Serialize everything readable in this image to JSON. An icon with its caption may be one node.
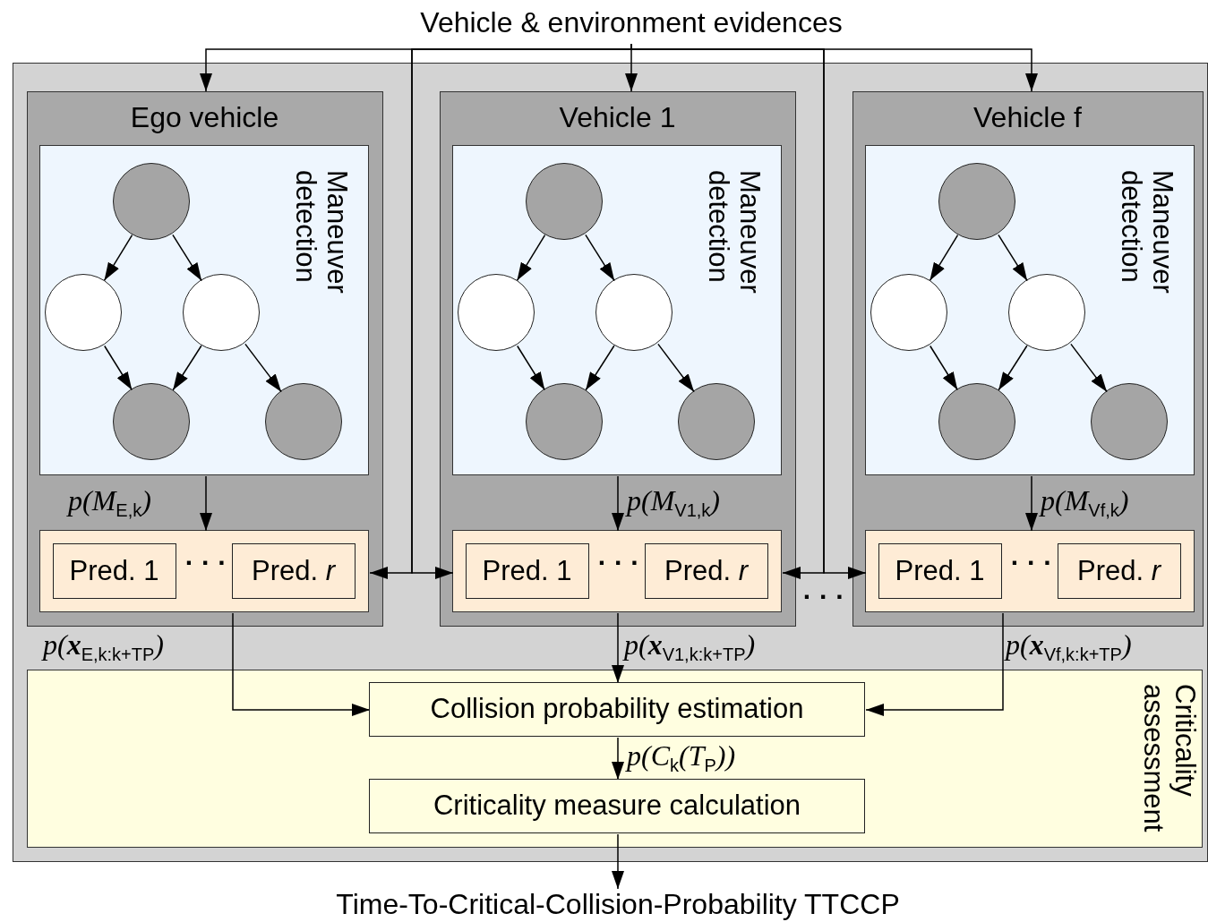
{
  "diagram": {
    "nodes": [
      {
        "text": [
          "Vehicle & environment evidences"
        ]
      },
      {
        "text": [],
        "shape": "box"
      },
      {
        "text": [
          "Ego vehicle"
        ],
        "in": 1
      },
      {
        "text": [
          "Maneuver detection"
        ],
        "in": 2
      },
      {
        "text": [],
        "shape": "circle",
        "in": 3
      },
      {
        "text": [],
        "shape": "circle",
        "in": 3
      },
      {
        "text": [],
        "shape": "circle",
        "in": 3
      },
      {
        "text": [],
        "shape": "circle",
        "in": 3
      },
      {
        "text": [],
        "shape": "circle",
        "in": 3
      },
      {
        "text": [],
        "shape": "box",
        "in": 2
      },
      {
        "text": [
          "Pred. 1"
        ],
        "in": 9
      },
      {
        "text": [
          "Pred. *r*"
        ],
        "in": 9
      },
      {
        "text": [
          "Vehicle 1"
        ],
        "in": 1
      },
      {
        "text": [
          "Maneuver detection"
        ],
        "in": 12
      },
      {
        "text": [],
        "shape": "circle",
        "in": 13
      },
      {
        "text": [],
        "shape": "circle",
        "in": 13
      },
      {
        "text": [],
        "shape": "circle",
        "in": 13
      },
      {
        "text": [],
        "shape": "circle",
        "in": 13
      },
      {
        "text": [],
        "shape": "circle",
        "in": 13
      },
      {
        "text": [],
        "shape": "box",
        "in": 12
      },
      {
        "text": [
          "Pred. 1"
        ],
        "in": 19
      },
      {
        "text": [
          "Pred. *r*"
        ],
        "in": 19
      },
      {
        "text": [
          "Vehicle f"
        ],
        "in": 1
      },
      {
        "text": [
          "Maneuver detection"
        ],
        "in": 22
      },
      {
        "text": [],
        "shape": "circle",
        "in": 23
      },
      {
        "text": [],
        "shape": "circle",
        "in": 23
      },
      {
        "text": [],
        "shape": "circle",
        "in": 23
      },
      {
        "text": [],
        "shape": "circle",
        "in": 23
      },
      {
        "text": [],
        "shape": "circle",
        "in": 23
      },
      {
        "text": [],
        "shape": "box",
        "in": 22
      },
      {
        "text": [
          "Pred. 1"
        ],
        "in": 29
      },
      {
        "text": [
          "Pred. *r*"
        ],
        "in": 29
      },
      {
        "text": [
          "Criticality assessment"
        ],
        "in": 1
      },
      {
        "text": [
          "Collision probability estimation"
        ],
        "in": 32
      },
      {
        "text": [
          "Criticality measure calculation"
        ],
        "in": 32
      },
      {
        "text": [
          "Time-To-Critical-Collision-Probability TTCCP"
        ]
      }
    ],
    "edges": [
      {
        "from": 0,
        "to": 2,
        "arrow": "to"
      },
      {
        "from": 0,
        "to": 12,
        "arrow": "to"
      },
      {
        "from": 0,
        "to": 22,
        "arrow": "to"
      },
      {
        "from": 0,
        "to": 9,
        "arrow": "to"
      },
      {
        "from": 0,
        "to": 19,
        "arrow": "to"
      },
      {
        "from": 0,
        "to": 19,
        "arrow": "to"
      },
      {
        "from": 0,
        "to": 29,
        "arrow": "to"
      },
      {
        "from": 3,
        "to": 9,
        "arrow": "to",
        "label": "p(M$_{E,k}$)"
      },
      {
        "from": 13,
        "to": 19,
        "arrow": "to",
        "label": "p(M$_{V1,k}$)"
      },
      {
        "from": 23,
        "to": 29,
        "arrow": "to",
        "label": "p(M$_{Vf,k}$)"
      },
      {
        "from": 9,
        "to": 33,
        "arrow": "to",
        "label": "p(**x**$_{E,k:k+T}$$_{P}$)"
      },
      {
        "from": 19,
        "to": 33,
        "arrow": "to",
        "label": "p(**x**$_{V1,k:k+T}$$_{P}$)"
      },
      {
        "from": 29,
        "to": 33,
        "arrow": "to",
        "label": "p(**x**$_{Vf,k:k+T}$$_{P}$)"
      },
      {
        "from": 33,
        "to": 34,
        "arrow": "to",
        "label": "p(C$_{k}$(T$_{P}$))"
      },
      {
        "from": 34,
        "to": 35,
        "arrow": "to"
      },
      {
        "from": 4,
        "to": 5,
        "arrow": "to"
      },
      {
        "from": 4,
        "to": 6,
        "arrow": "to"
      },
      {
        "from": 5,
        "to": 7,
        "arrow": "to"
      },
      {
        "from": 6,
        "to": 7,
        "arrow": "to"
      },
      {
        "from": 6,
        "to": 8,
        "arrow": "to"
      },
      {
        "from": 14,
        "to": 15,
        "arrow": "to"
      },
      {
        "from": 14,
        "to": 16,
        "arrow": "to"
      },
      {
        "from": 15,
        "to": 17,
        "arrow": "to"
      },
      {
        "from": 16,
        "to": 17,
        "arrow": "to"
      },
      {
        "from": 16,
        "to": 18,
        "arrow": "to"
      },
      {
        "from": 24,
        "to": 25,
        "arrow": "to"
      },
      {
        "from": 24,
        "to": 26,
        "arrow": "to"
      },
      {
        "from": 25,
        "to": 27,
        "arrow": "to"
      },
      {
        "from": 26,
        "to": 27,
        "arrow": "to"
      },
      {
        "from": 26,
        "to": 28,
        "arrow": "to"
      }
    ],
    "labels": [
      "· · ·",
      "· · ·",
      "· · ·",
      "· · ·"
    ]
  }
}
